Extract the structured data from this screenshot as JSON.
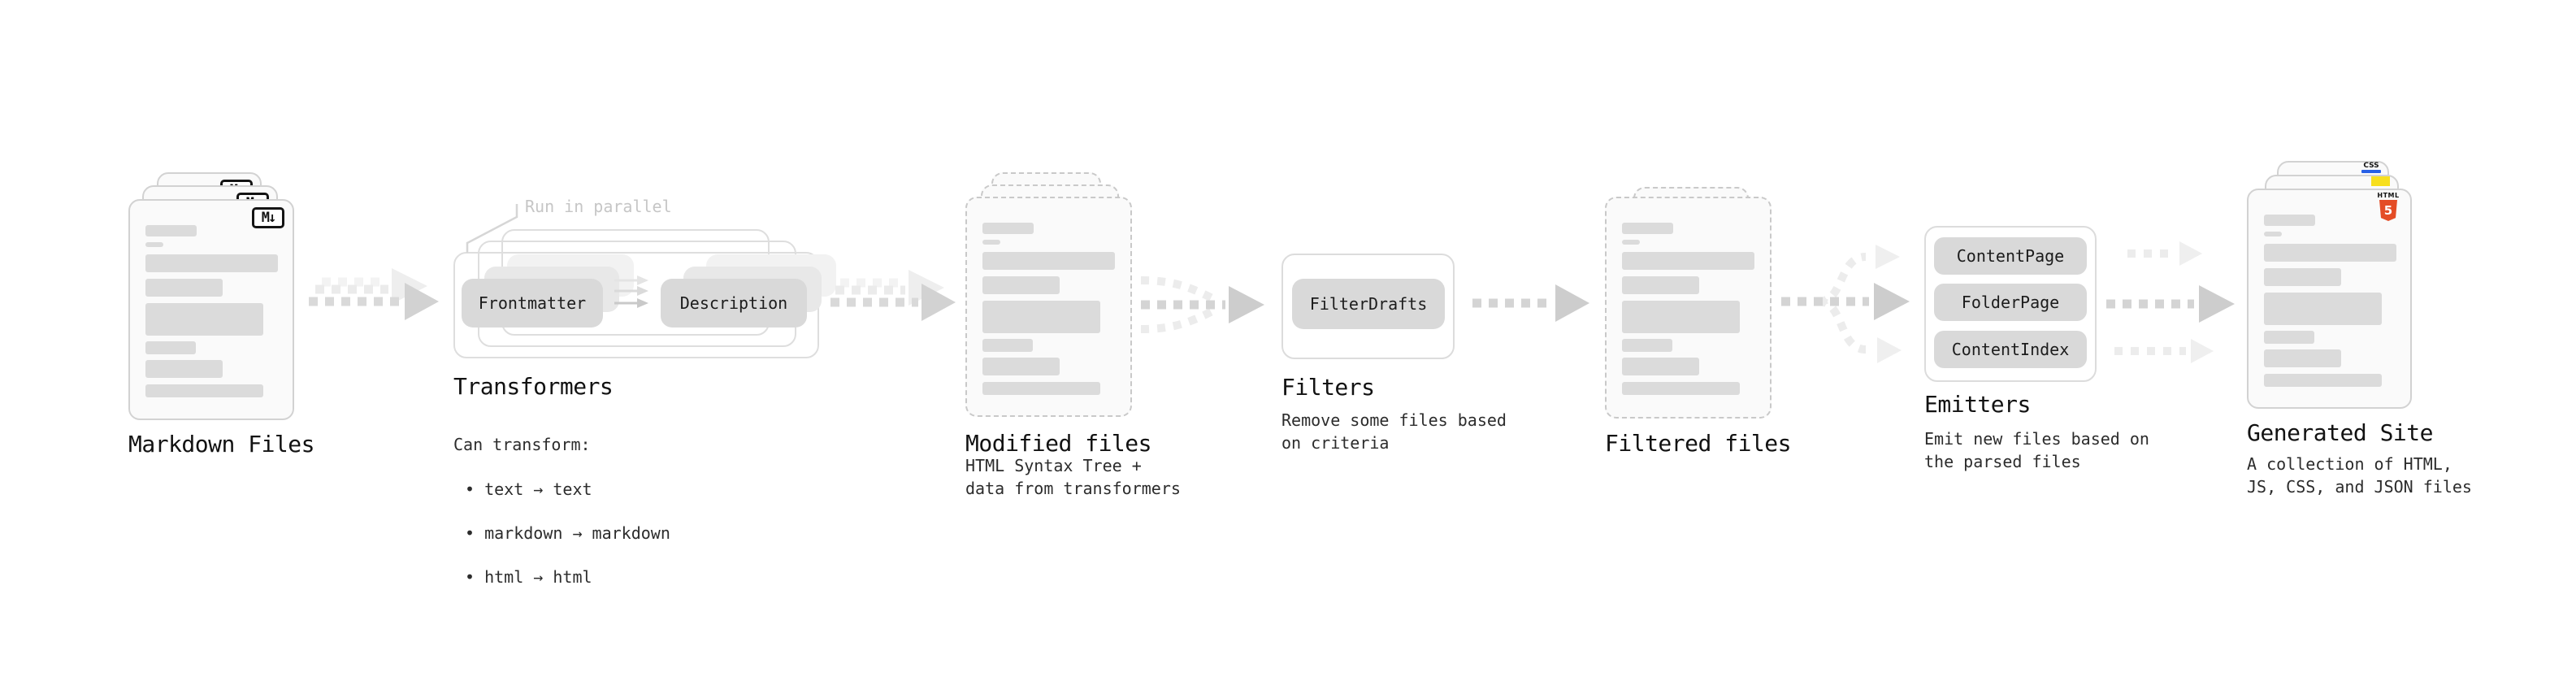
{
  "stages": {
    "markdown_files": {
      "label": "Markdown Files",
      "file_icon": "M↓"
    },
    "transformers": {
      "label": "Transformers",
      "callout": "Run in parallel",
      "pill_left": "Frontmatter",
      "pill_right": "Description",
      "desc_title": "Can transform:",
      "bullets": [
        "• text → text",
        "• markdown → markdown",
        "• html → html"
      ]
    },
    "modified_files": {
      "label": "Modified files",
      "desc": "HTML Syntax Tree +\ndata from transformers"
    },
    "filters": {
      "label": "Filters",
      "pill": "FilterDrafts",
      "desc": "Remove some files based\non criteria"
    },
    "filtered_files": {
      "label": "Filtered files"
    },
    "emitters": {
      "label": "Emitters",
      "pills": [
        "ContentPage",
        "FolderPage",
        "ContentIndex"
      ],
      "desc": "Emit new files based on\nthe parsed files"
    },
    "generated_site": {
      "label": "Generated Site",
      "desc": "A collection of HTML,\nJS, CSS, and JSON files",
      "badges": {
        "html5_label": "HTML",
        "html5_number": "5",
        "css_label": "CSS"
      }
    }
  },
  "colors": {
    "html5_orange": "#e44d26",
    "js_yellow": "#f7df1e",
    "css_blue": "#2760e5",
    "arrow_dark": "#d2d2d2",
    "arrow_light": "#ebebeb",
    "pill_gray": "#d9d9d9"
  }
}
